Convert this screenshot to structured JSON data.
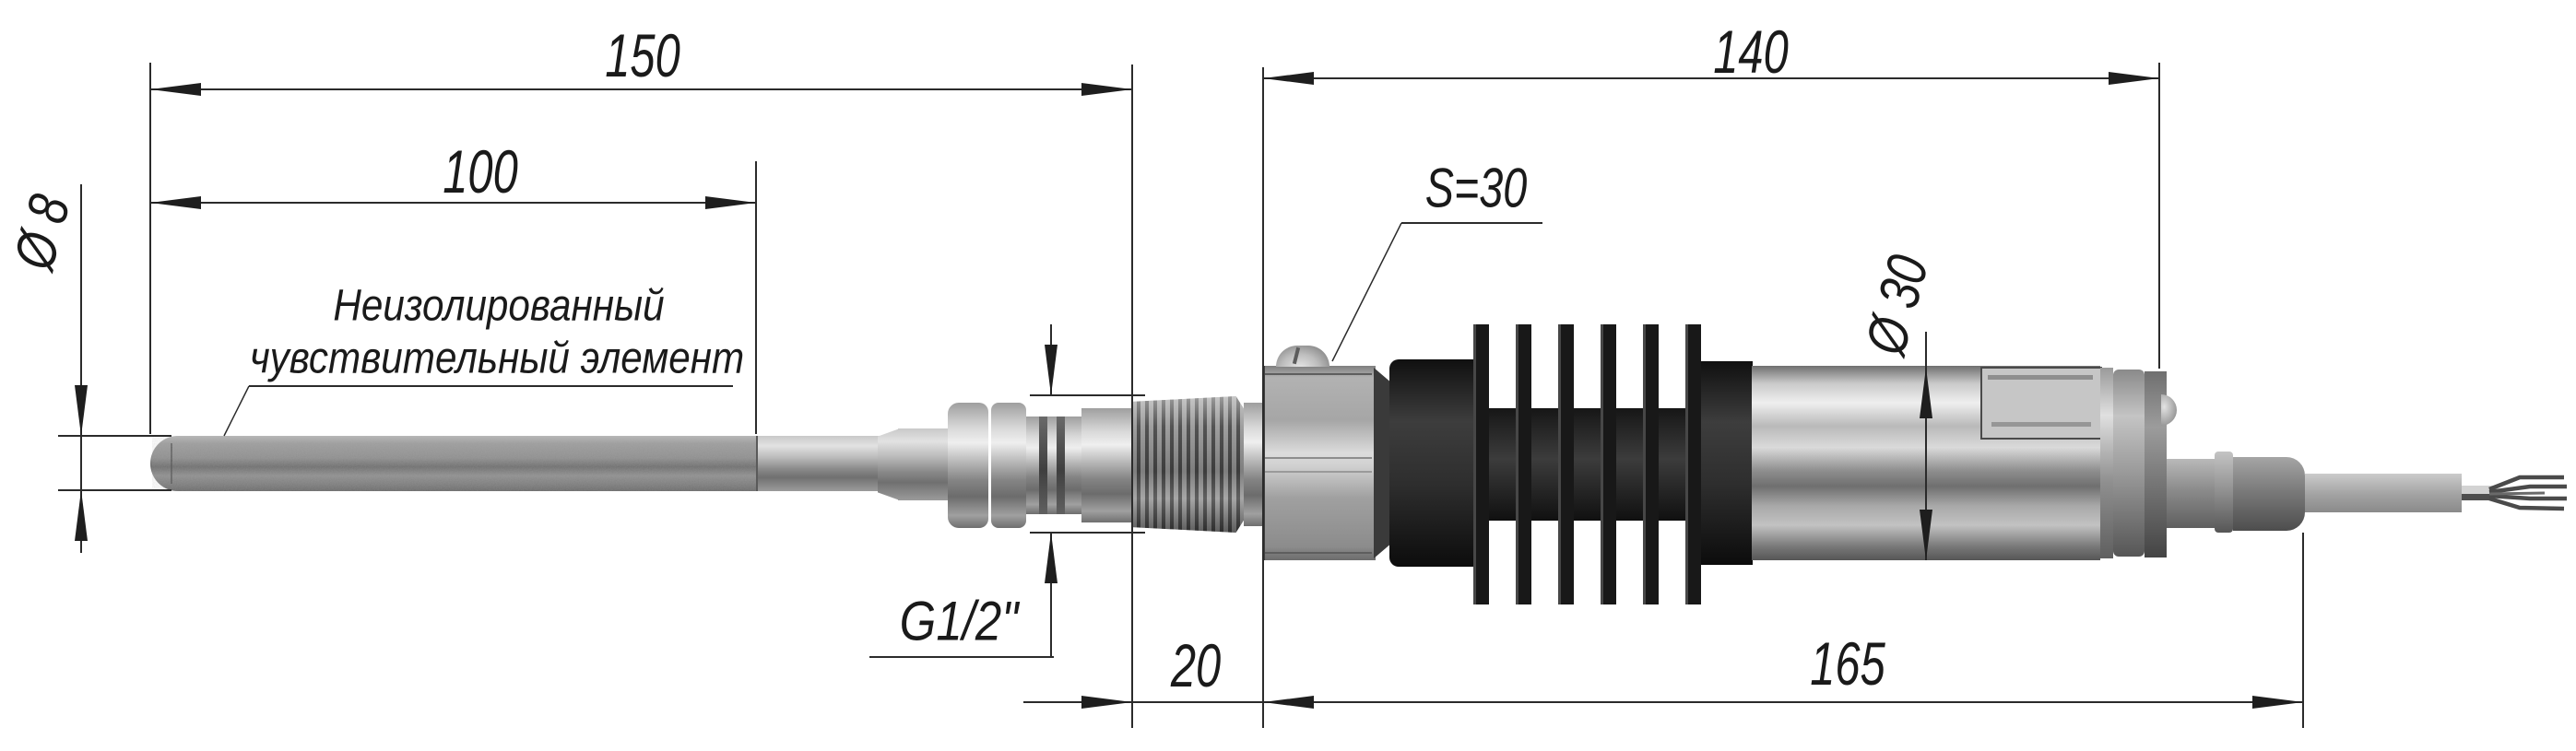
{
  "drawing_type": "technical-drawing",
  "component": "temperature-probe-with-heatsink",
  "dims": {
    "d150": "150",
    "d100": "100",
    "d140": "140",
    "d20": "20",
    "d165": "165",
    "s30": "S=30",
    "g12": "G1/2\"",
    "dia8": "Ø 8",
    "dia30": "Ø 30"
  },
  "note": {
    "line1": "Неизолированный",
    "line2": "чувствительный элемент"
  }
}
